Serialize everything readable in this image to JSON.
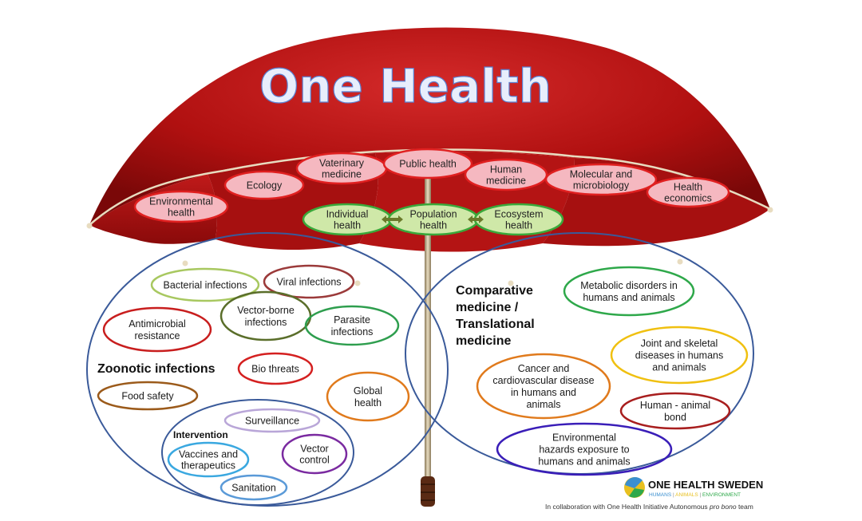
{
  "title": "One Health",
  "canopy_items": [
    {
      "lines": [
        "Environmental",
        "health"
      ]
    },
    {
      "lines": [
        "Ecology"
      ]
    },
    {
      "lines": [
        "Vaterinary",
        "medicine"
      ]
    },
    {
      "lines": [
        "Public health"
      ]
    },
    {
      "lines": [
        "Human",
        "medicine"
      ]
    },
    {
      "lines": [
        "Molecular and",
        "microbiology"
      ]
    },
    {
      "lines": [
        "Health",
        "economics"
      ]
    }
  ],
  "health_levels": [
    {
      "lines": [
        "Individual",
        "health"
      ]
    },
    {
      "lines": [
        "Population",
        "health"
      ]
    },
    {
      "lines": [
        "Ecosystem",
        "health"
      ]
    }
  ],
  "left_circle": {
    "heading": "Zoonotic infections",
    "items": [
      {
        "lines": [
          "Bacterial infections"
        ],
        "color": "#a8c860"
      },
      {
        "lines": [
          "Viral infections"
        ],
        "color": "#9b3a3a"
      },
      {
        "lines": [
          "Vector-borne",
          "infections"
        ],
        "color": "#5a6e2a"
      },
      {
        "lines": [
          "Parasite",
          "infections"
        ],
        "color": "#2e9e4e"
      },
      {
        "lines": [
          "Antimicrobial",
          "resistance"
        ],
        "color": "#c81e1e"
      },
      {
        "lines": [
          "Bio threats"
        ],
        "color": "#d42020"
      },
      {
        "lines": [
          "Global",
          "health"
        ],
        "color": "#e07a1c"
      },
      {
        "lines": [
          "Food safety"
        ],
        "color": "#9b5a1a"
      }
    ],
    "intervention": {
      "heading": "Intervention",
      "items": [
        {
          "lines": [
            "Surveillance"
          ],
          "color": "#b9a6d8"
        },
        {
          "lines": [
            "Vector",
            "control"
          ],
          "color": "#7a2aa0"
        },
        {
          "lines": [
            "Vaccines and",
            "therapeutics"
          ],
          "color": "#3aa8e0"
        },
        {
          "lines": [
            "Sanitation"
          ],
          "color": "#5a9ad8"
        }
      ]
    }
  },
  "right_circle": {
    "heading": [
      "Comparative",
      "medicine /",
      "Translational",
      "medicine"
    ],
    "items": [
      {
        "lines": [
          "Metabolic disorders in",
          "humans and animals"
        ],
        "color": "#2ea84a"
      },
      {
        "lines": [
          "Joint and skeletal",
          "diseases in humans",
          "and animals"
        ],
        "color": "#f0c010"
      },
      {
        "lines": [
          "Cancer and",
          "cardiovascular disease",
          "in humans and",
          "animals"
        ],
        "color": "#e07a1c"
      },
      {
        "lines": [
          "Human - animal",
          "bond"
        ],
        "color": "#a81e1e"
      },
      {
        "lines": [
          "Environmental",
          "hazards exposure to",
          "humans and animals"
        ],
        "color": "#3a1eb8"
      }
    ]
  },
  "logo": {
    "name": "ONE HEALTH SWEDEN",
    "tagline": [
      "HUMANS",
      "ANIMALS",
      "ENVIRONMENT"
    ],
    "tagline_colors": [
      "#3a8fd0",
      "#e8c020",
      "#2ea84a"
    ]
  },
  "collaboration": {
    "prefix": "In collaboration with One Health Initiative Autonomous ",
    "italic": "pro bono",
    "suffix": " team"
  },
  "colors": {
    "umbrella": "#b81414",
    "umbrella_dark": "#7a0a0a",
    "canopy_oval_fill": "#f5b8c0",
    "canopy_oval_stroke": "#e02020",
    "health_fill": "#cfe8a8",
    "health_stroke": "#3aa83a",
    "circle_stroke": "#3a5a9a"
  }
}
